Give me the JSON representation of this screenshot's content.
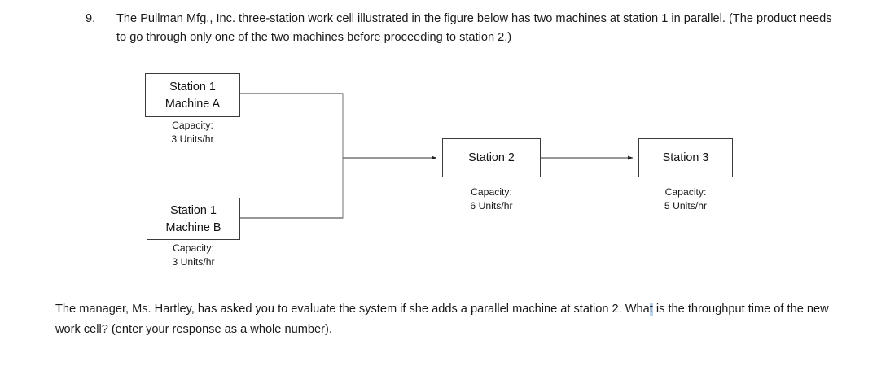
{
  "question": {
    "number": "9.",
    "text": "The Pullman Mfg., Inc. three-station work cell illustrated in the figure below has two machines at station 1 in parallel. (The product needs to go through only one of the two machines before proceeding to station 2.)"
  },
  "diagram": {
    "nodes": [
      {
        "id": "station1-machine-a",
        "line1": "Station 1",
        "line2": "Machine A",
        "capacity_label": "Capacity:",
        "capacity_value": "3 Units/hr"
      },
      {
        "id": "station1-machine-b",
        "line1": "Station 1",
        "line2": "Machine B",
        "capacity_label": "Capacity:",
        "capacity_value": "3 Units/hr"
      },
      {
        "id": "station2",
        "line1": "Station 2",
        "capacity_label": "Capacity:",
        "capacity_value": "6 Units/hr"
      },
      {
        "id": "station3",
        "line1": "Station 3",
        "capacity_label": "Capacity:",
        "capacity_value": "5 Units/hr"
      }
    ],
    "connector_color": "#5a5a5a",
    "box_border_color": "#3b3b3b"
  },
  "closing": {
    "part1": "The manager, Ms. Hartley, has asked you to evaluate the system if she adds a parallel machine at station 2. Wha",
    "selected": "t",
    "part2": " is the throughput time of the new work cell? (enter your response as a whole number).",
    "selection_color": "#bcd6ef"
  }
}
